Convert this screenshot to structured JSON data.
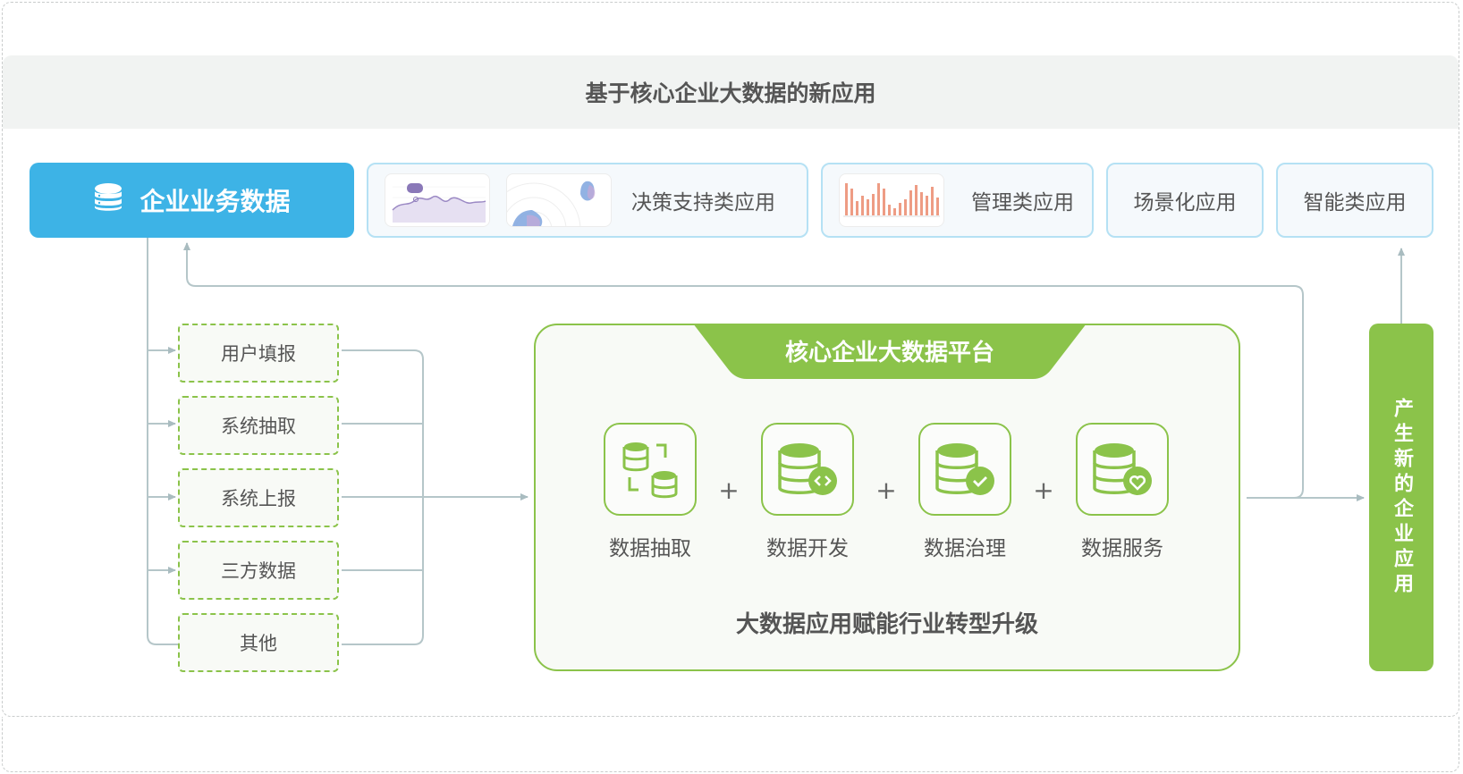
{
  "header": {
    "title": "基于核心企业大数据的新应用"
  },
  "enterprise_data": {
    "label": "企业业务数据",
    "icon": "database-icon",
    "color": "#3db3e6"
  },
  "applications": [
    {
      "label": "决策支持类应用",
      "thumbnails": [
        "line-chart-thumbnail",
        "radar-chart-thumbnail"
      ]
    },
    {
      "label": "管理类应用",
      "thumbnails": [
        "bar-chart-thumbnail"
      ]
    },
    {
      "label": "场景化应用"
    },
    {
      "label": "智能类应用"
    }
  ],
  "sources": [
    {
      "label": "用户填报"
    },
    {
      "label": "系统抽取"
    },
    {
      "label": "系统上报"
    },
    {
      "label": "三方数据"
    },
    {
      "label": "其他"
    }
  ],
  "platform": {
    "title": "核心企业大数据平台",
    "color": "#8bc34a",
    "tools": [
      {
        "label": "数据抽取",
        "icon": "data-extract-icon"
      },
      {
        "label": "数据开发",
        "icon": "data-develop-icon"
      },
      {
        "label": "数据治理",
        "icon": "data-governance-icon"
      },
      {
        "label": "数据服务",
        "icon": "data-service-icon"
      }
    ],
    "plus": "+",
    "slogan": "大数据应用赋能行业转型升级"
  },
  "result": {
    "label": "产生新的企业应用"
  }
}
